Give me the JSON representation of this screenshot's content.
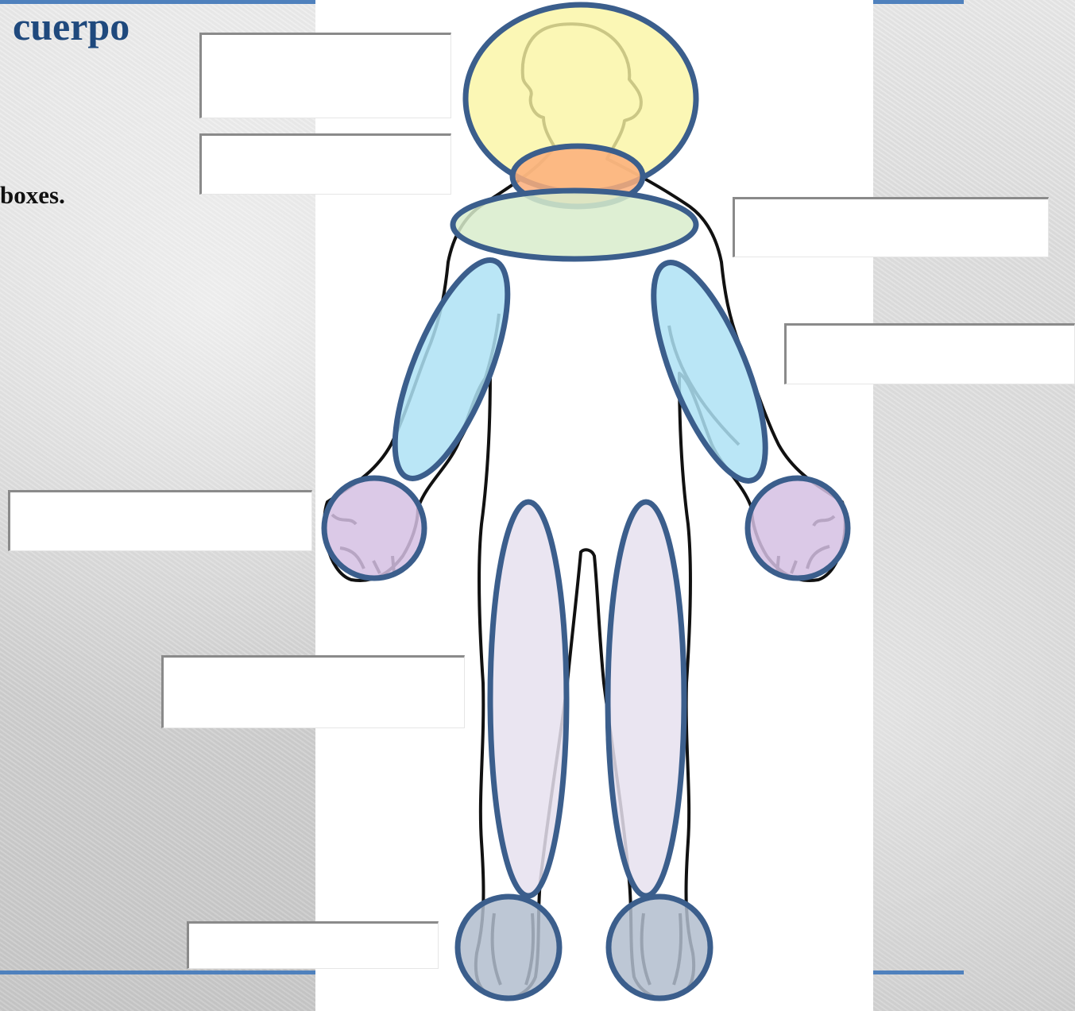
{
  "slide": {
    "title": "cuerpo",
    "instruction": "boxes."
  },
  "colors": {
    "accent_rule": "#4f81bd",
    "title_text": "#1f497d",
    "region_outline": "#3b5e8c",
    "head": "#faf5a3",
    "neck": "#fbae7a",
    "shoulders": "#d8eccb",
    "arms": "#aee2f5",
    "hands": "#d5bfe3",
    "legs": "#e6e0ef",
    "feet": "#b2bdce"
  },
  "figure": {
    "regions": [
      "head",
      "neck",
      "shoulders",
      "arm-right",
      "arm-left",
      "hand-right",
      "hand-left",
      "leg-right",
      "leg-left",
      "foot-right",
      "foot-left"
    ]
  },
  "label_boxes": [
    {
      "id": "head",
      "value": ""
    },
    {
      "id": "neck",
      "value": ""
    },
    {
      "id": "shoulders",
      "value": ""
    },
    {
      "id": "arm",
      "value": ""
    },
    {
      "id": "hand",
      "value": ""
    },
    {
      "id": "leg",
      "value": ""
    },
    {
      "id": "foot",
      "value": ""
    }
  ]
}
